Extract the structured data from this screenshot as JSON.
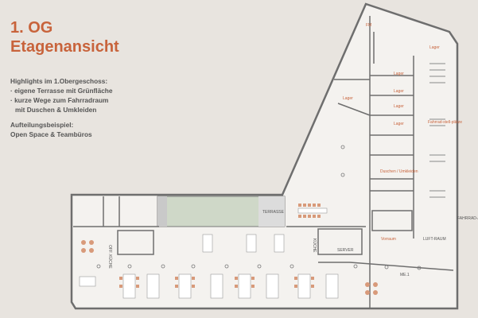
{
  "header": {
    "line1": "1. OG",
    "line2": "Etagenansicht"
  },
  "highlights": {
    "heading": "Highlights im 1.Obergeschoss:",
    "items": [
      "· eigene Terrasse mit Grünfläche",
      "· kurze Wege zum Fahrradraum",
      "  mit Duschen & Umkleiden"
    ]
  },
  "layout_example": {
    "heading": "Aufteilungsbeispiel:",
    "value": "Open Space & Teambüros"
  },
  "rooms": {
    "fm": "FM",
    "lager_1": "Lager",
    "lager_2": "Lager",
    "lager_3": "Lager",
    "lager_4": "Lager",
    "lager_5": "Lager",
    "lager_6": "Lager",
    "fahrrad": "Fahrrad-stell-plätze",
    "duschen": "Duschen / Umkleiden",
    "terrasse": "TERRASSE",
    "kueche_1": "KÜCHE",
    "kueche_2": "OFF. KÜCHE",
    "server": "SERVER",
    "vorraum": "Vorraum",
    "luftraum": "LUFT-RAUM",
    "fahrradaufzug": "FAHRRAD-AUFZUG",
    "me1": "ME.1"
  },
  "colors": {
    "accent": "#c8633b",
    "background": "#e8e4df",
    "floor": "#f4f2ef",
    "wall": "#6e6e6e",
    "terrace": "#cfd8c8"
  }
}
